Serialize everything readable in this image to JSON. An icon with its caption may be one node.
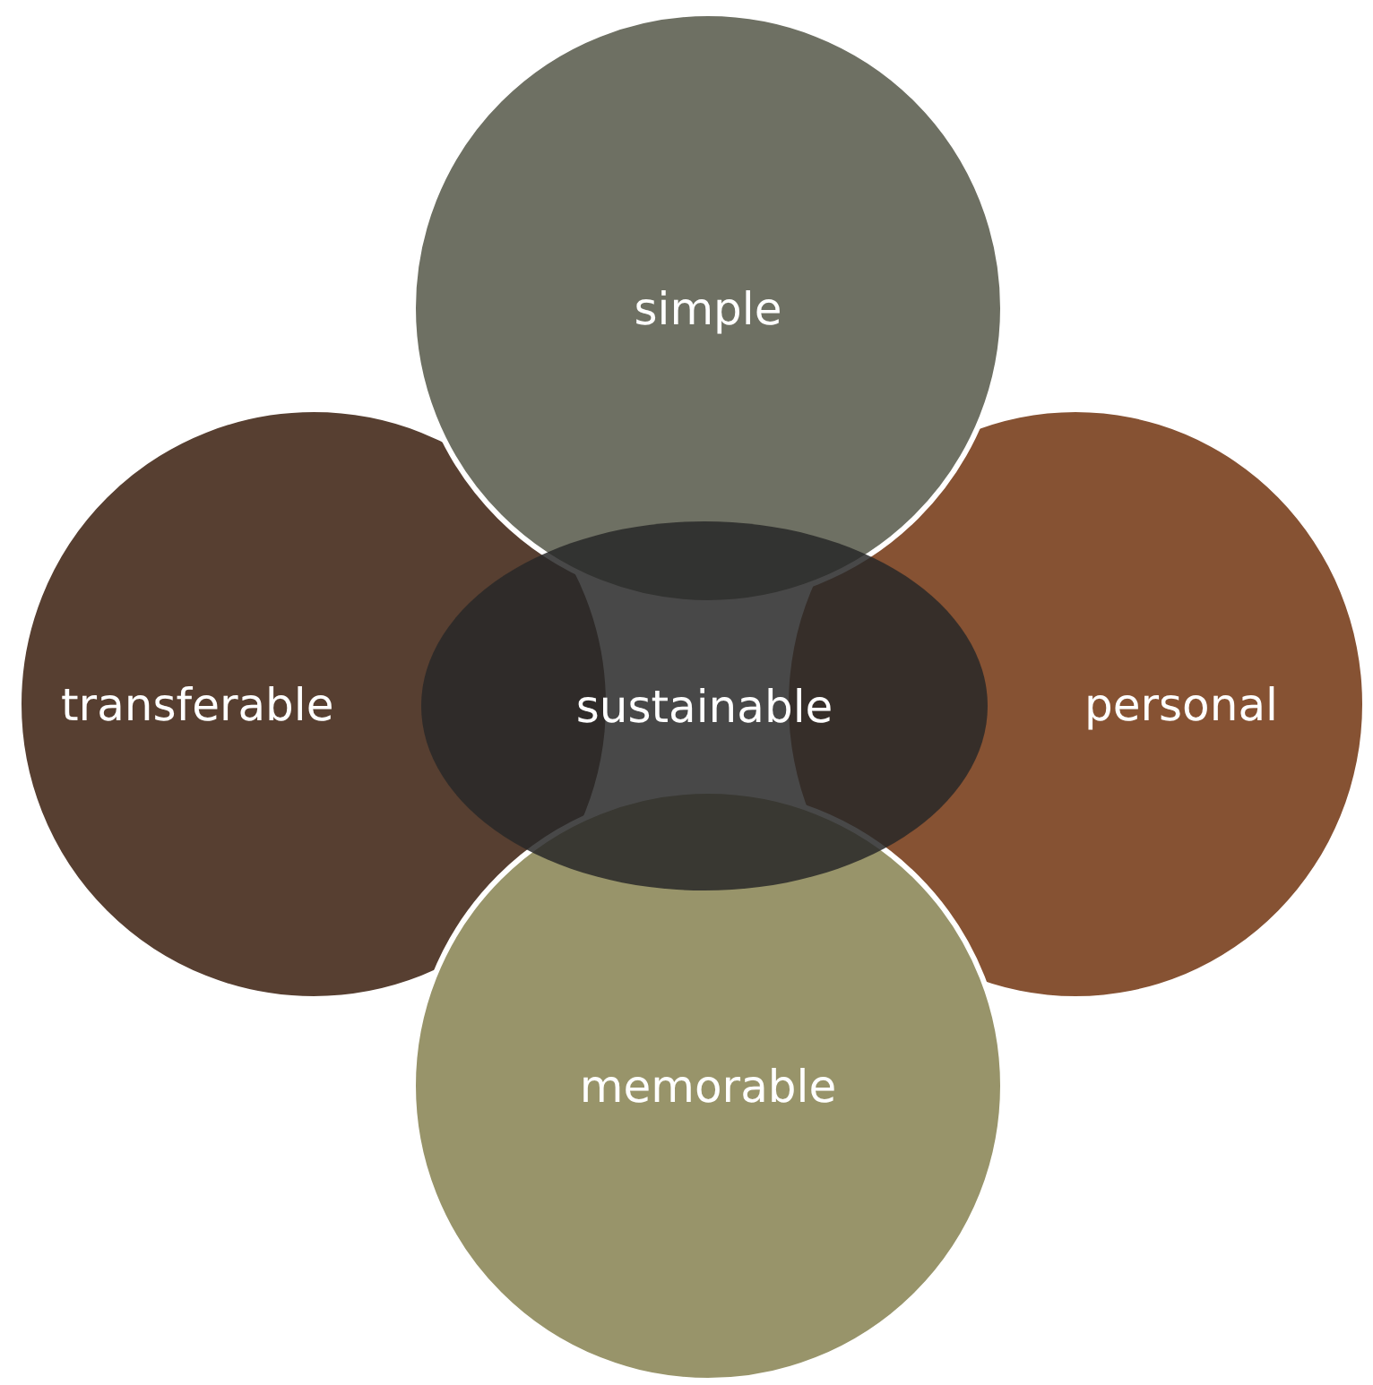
{
  "diagram": {
    "nodes": [
      {
        "text": [
          "simple"
        ]
      },
      {
        "text": [
          "transferable"
        ]
      },
      {
        "text": [
          "personal"
        ]
      },
      {
        "text": [
          "memorable"
        ]
      },
      {
        "text": [
          "sustainable"
        ]
      }
    ]
  }
}
